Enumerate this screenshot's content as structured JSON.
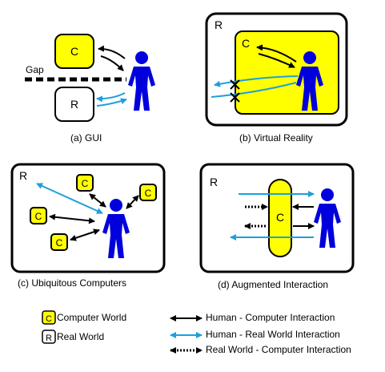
{
  "panels": {
    "gui": {
      "caption": "(a) GUI",
      "computer_label": "C",
      "real_label": "R",
      "gap_label": "Gap"
    },
    "vr": {
      "caption": "(b) Virtual Reality",
      "real_label": "R",
      "computer_label": "C"
    },
    "ubiquitous": {
      "caption": "(c) Ubiquitous Computers",
      "real_label": "R",
      "computer_label": "C"
    },
    "augmented": {
      "caption": "(d) Augmented Interaction",
      "real_label": "R",
      "computer_label": "C"
    }
  },
  "legend": {
    "computer_world": {
      "box_label": "C",
      "text": "Computer World"
    },
    "real_world": {
      "box_label": "R",
      "text": "Real World"
    },
    "human_computer": "Human - Computer Interaction",
    "human_real": "Human - Real World Interaction",
    "real_computer": "Real World - Computer Interaction"
  },
  "colors": {
    "computer_fill": "#ffff00",
    "human": "#0000dd",
    "real_arrow": "#1ea0dc",
    "line": "#000000"
  }
}
